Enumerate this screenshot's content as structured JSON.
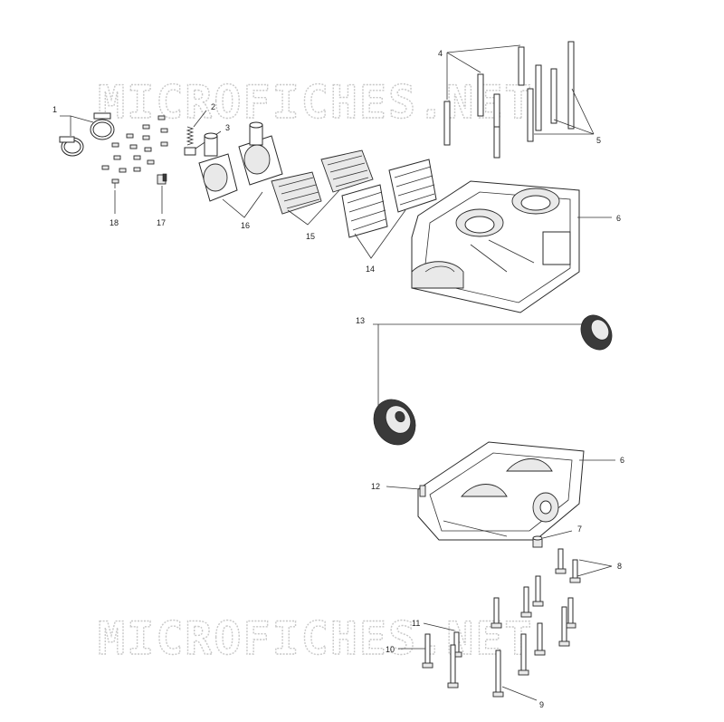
{
  "watermark": "MICROFICHES.NET",
  "callouts": {
    "c1": "1",
    "c2": "2",
    "c3": "3",
    "c4": "4",
    "c5": "5",
    "c6a": "6",
    "c6b": "6",
    "c7": "7",
    "c8": "8",
    "c9": "9",
    "c10": "10",
    "c11": "11",
    "c12": "12",
    "c13": "13",
    "c14": "14",
    "c15": "15",
    "c16": "16",
    "c17": "17",
    "c18": "18"
  }
}
